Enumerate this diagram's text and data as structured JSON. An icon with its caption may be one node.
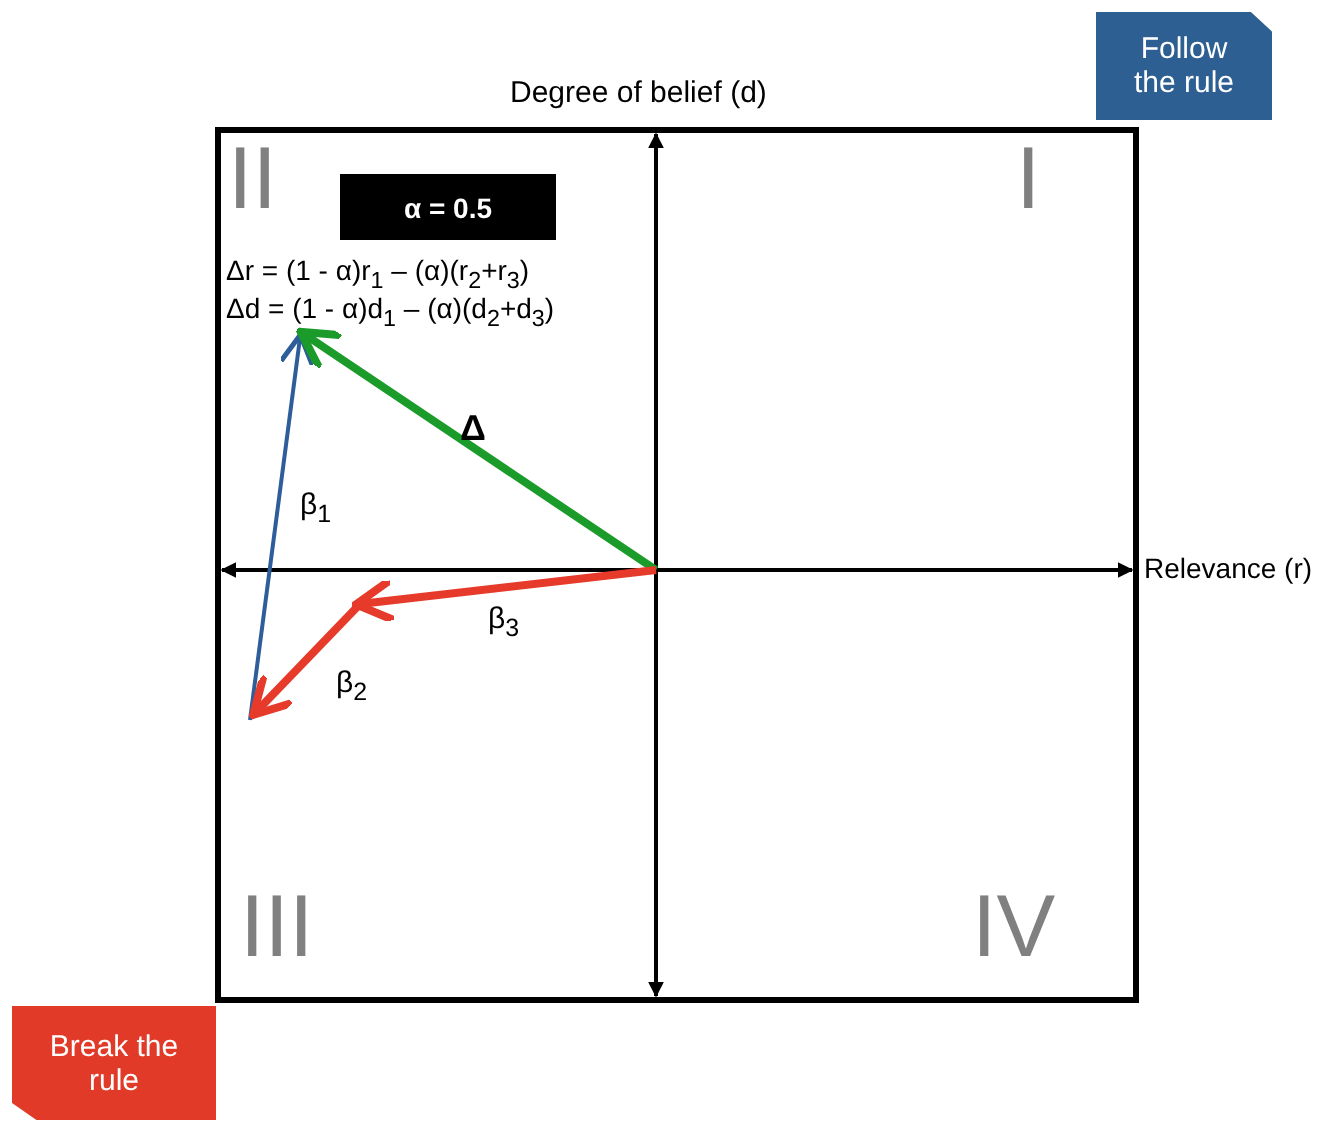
{
  "diagram": {
    "nodes": [
      {
        "text": [
          "Follow the rule"
        ]
      },
      {
        "text": [
          "α = 0.5"
        ]
      },
      {
        "text": [
          "Break the rule"
        ]
      }
    ],
    "labels": [
      "Degree of belief (d)",
      "II",
      "I",
      "Δr = (1 - α)r$_{1}$ – (α)(r$_{2}$+r$_{3}$)",
      "Δd = (1 - α)d$_{1}$ – (α)(d$_{2}$+d$_{3}$)",
      "Δ",
      "β$_{1}$",
      "Relevance (r)",
      "β$_{3}$",
      "β$_{2}$",
      "III",
      "IV"
    ]
  }
}
